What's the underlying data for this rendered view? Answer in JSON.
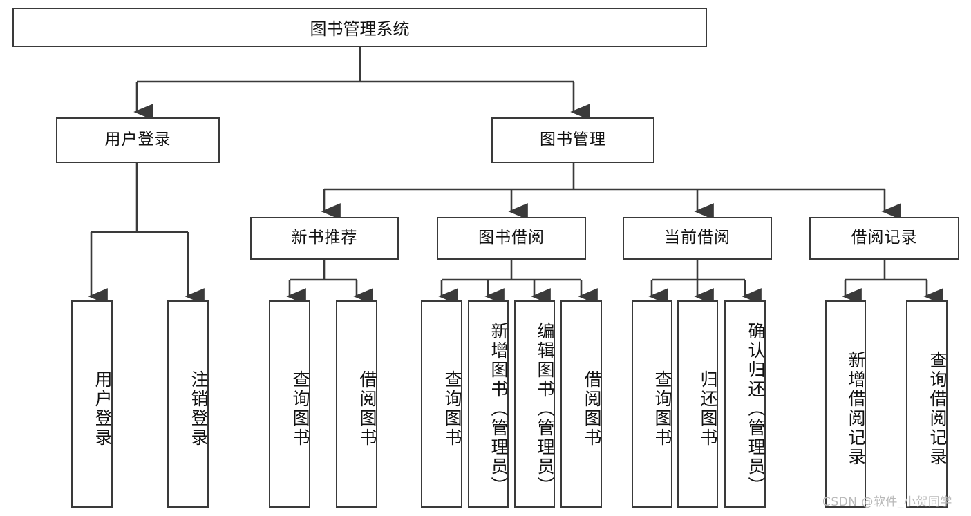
{
  "diagram": {
    "title": "图书管理系统",
    "type": "tree",
    "root": {
      "label": "图书管理系统"
    },
    "level2": [
      {
        "id": "user-login",
        "label": "用户登录"
      },
      {
        "id": "book-management",
        "label": "图书管理"
      }
    ],
    "level3": [
      {
        "id": "new-book-recommend",
        "label": "新书推荐",
        "parent": "book-management"
      },
      {
        "id": "book-borrow",
        "label": "图书借阅",
        "parent": "book-management"
      },
      {
        "id": "current-borrow",
        "label": "当前借阅",
        "parent": "book-management"
      },
      {
        "id": "borrow-record",
        "label": "借阅记录",
        "parent": "book-management"
      }
    ],
    "leaves": [
      {
        "id": "leaf-user-login",
        "label": "用户登录",
        "parent": "user-login"
      },
      {
        "id": "leaf-logout-login",
        "label": "注销登录",
        "parent": "user-login"
      },
      {
        "id": "leaf-query-book-1",
        "label": "查询图书",
        "parent": "new-book-recommend"
      },
      {
        "id": "leaf-borrow-book-1",
        "label": "借阅图书",
        "parent": "new-book-recommend"
      },
      {
        "id": "leaf-query-book-2",
        "label": "查询图书",
        "parent": "book-borrow"
      },
      {
        "id": "leaf-add-book",
        "label": "新增图书（管理员）",
        "parent": "book-borrow"
      },
      {
        "id": "leaf-edit-book",
        "label": "编辑图书（管理员）",
        "parent": "book-borrow"
      },
      {
        "id": "leaf-borrow-book-2",
        "label": "借阅图书",
        "parent": "book-borrow"
      },
      {
        "id": "leaf-query-book-3",
        "label": "查询图书",
        "parent": "current-borrow"
      },
      {
        "id": "leaf-return-book",
        "label": "归还图书",
        "parent": "current-borrow"
      },
      {
        "id": "leaf-confirm-return",
        "label": "确认归还（管理员）",
        "parent": "current-borrow"
      },
      {
        "id": "leaf-add-record",
        "label": "新增借阅记录",
        "parent": "borrow-record"
      },
      {
        "id": "leaf-query-record",
        "label": "查询借阅记录",
        "parent": "borrow-record"
      }
    ],
    "colors": {
      "stroke": "#3a3a3a",
      "fill": "#ffffff",
      "text": "#111111",
      "watermark": "#b9b9b9"
    }
  },
  "watermark": {
    "text": "CSDN @软件_小贺同学"
  }
}
